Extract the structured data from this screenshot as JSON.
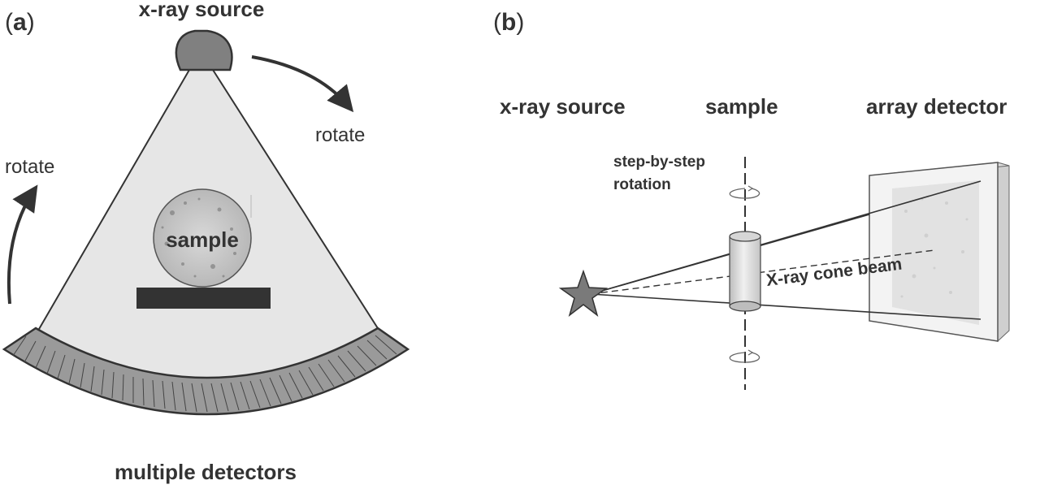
{
  "panel_a": {
    "label_open": "(",
    "label_letter": "a",
    "label_close": ")",
    "source_label": "x-ray source",
    "rotate_top_label": "rotate",
    "rotate_left_label": "rotate",
    "sample_label": "sample",
    "detectors_label": "multiple detectors"
  },
  "panel_b": {
    "label_open": "(",
    "label_letter": "b",
    "label_close": ")",
    "source_label": "x-ray source",
    "sample_label": "sample",
    "detector_label": "array detector",
    "rotation_line1": "step-by-step",
    "rotation_line2": "rotation",
    "beam_label": "X-ray cone beam"
  },
  "colors": {
    "fan_fill": "#e6e6e6",
    "detector_fill": "#9a9a9a",
    "dark": "#333333",
    "source_fill": "#808080"
  }
}
